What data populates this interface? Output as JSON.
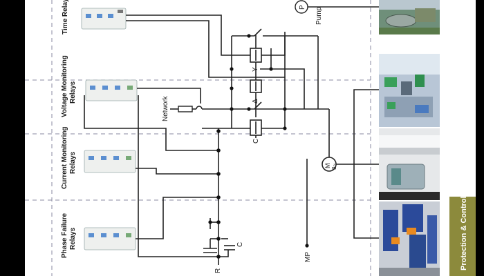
{
  "labels": {
    "time_relays": "Time Relays",
    "voltage_relays_1": "Voltage Monitoring",
    "voltage_relays_2": "Relays",
    "current_relays_1": "Current Monitoring",
    "current_relays_2": "Relays",
    "phase_relays_1": "Phase Failure",
    "phase_relays_2": "Relays",
    "network": "Network",
    "pump_letter": "P",
    "pump": "Pump",
    "motor_m": "M",
    "motor_phase": "3~",
    "contactor_y": "Y",
    "contactor_d": "Δ",
    "contactor_c": "C",
    "cap_c": "C",
    "node_r": "R",
    "node_mp": "MP",
    "section_title": "Protection & Control"
  },
  "colors": {
    "page": "#ffffff",
    "edge": "#000000",
    "accent_bar": "#8c8a3c",
    "wire": "#222222"
  },
  "photos": [
    {
      "name": "water-treatment-plant-photo"
    },
    {
      "name": "industrial-hall-photo"
    },
    {
      "name": "pipe-motor-photo"
    },
    {
      "name": "blue-pumps-photo"
    }
  ]
}
